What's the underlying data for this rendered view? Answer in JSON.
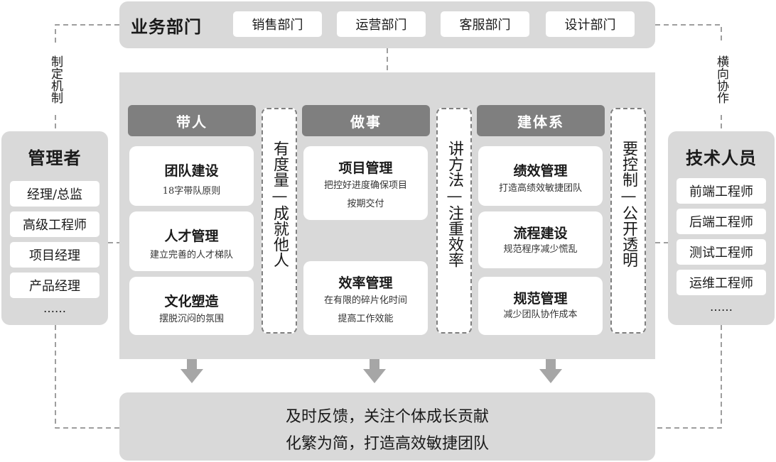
{
  "business": {
    "title": "业务部门",
    "departments": [
      "销售部门",
      "运营部门",
      "客服部门",
      "设计部门"
    ]
  },
  "left_side": {
    "label": "制定机制"
  },
  "right_side": {
    "label": "横向协作"
  },
  "managers": {
    "title": "管理者",
    "items": [
      "经理/总监",
      "高级工程师",
      "项目经理",
      "产品经理",
      "……"
    ]
  },
  "tech": {
    "title": "技术人员",
    "items": [
      "前端工程师",
      "后端工程师",
      "测试工程师",
      "运维工程师",
      "……"
    ]
  },
  "columns": [
    {
      "header": "带人",
      "cards": [
        {
          "title": "团队建设",
          "desc": [
            "18字带队原则"
          ]
        },
        {
          "title": "人才管理",
          "desc": [
            "建立完善的人才梯队"
          ]
        },
        {
          "title": "文化塑造",
          "desc": [
            "摆脱沉闷的氛围"
          ]
        }
      ],
      "motto": "有度量—成就他人"
    },
    {
      "header": "做事",
      "cards": [
        {
          "title": "项目管理",
          "desc": [
            "把控好进度确保项目",
            "按期交付"
          ]
        },
        {
          "title": "效率管理",
          "desc": [
            "在有限的碎片化时间",
            "提高工作效能"
          ]
        }
      ],
      "motto": "讲方法—注重效率"
    },
    {
      "header": "建体系",
      "cards": [
        {
          "title": "绩效管理",
          "desc": [
            "打造高绩效敏捷团队"
          ]
        },
        {
          "title": "流程建设",
          "desc": [
            "规范程序减少慌乱"
          ]
        },
        {
          "title": "规范管理",
          "desc": [
            "减少团队协作成本"
          ]
        }
      ],
      "motto": "要控制—公开透明"
    }
  ],
  "footer": {
    "lines": [
      "及时反馈，关注个体成长贡献",
      "化繁为简，打造高效敏捷团队"
    ]
  },
  "colors": {
    "panel": "#d9d9d9",
    "header": "#7f7f7f",
    "arrow": "#a6a6a6",
    "line": "#7f7f7f"
  }
}
